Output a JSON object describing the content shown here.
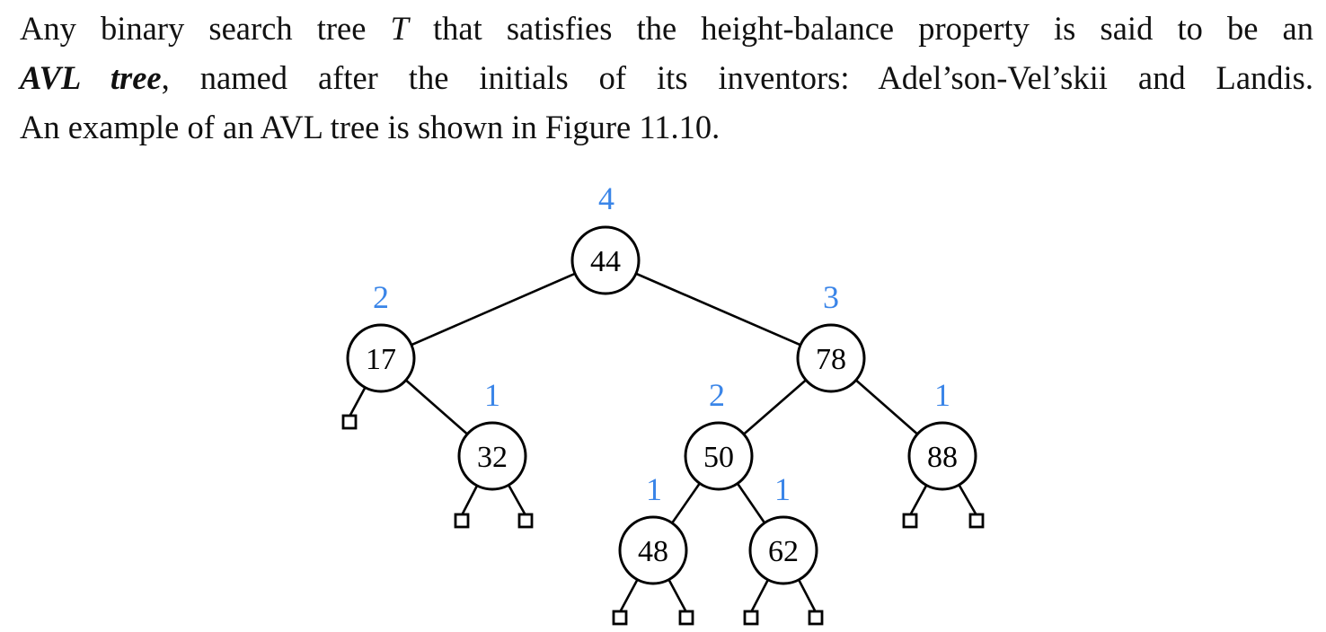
{
  "paragraph": {
    "line1_a": "Any binary search tree ",
    "line1_var": "T",
    "line1_b": " that satisfies the height-balance property is said to be an",
    "line2_term": "AVL tree",
    "line2_b": ", named after the initials of its inventors: Adel’son-Vel’skii and Landis.",
    "line3": "An example of an AVL tree is shown in Figure 11.10."
  },
  "tree": {
    "colors": {
      "height": "#3a85e8",
      "node": "#000000"
    },
    "nodes": [
      {
        "id": "n44",
        "key": "44",
        "height": "4"
      },
      {
        "id": "n17",
        "key": "17",
        "height": "2"
      },
      {
        "id": "n78",
        "key": "78",
        "height": "3"
      },
      {
        "id": "n32",
        "key": "32",
        "height": "1"
      },
      {
        "id": "n50",
        "key": "50",
        "height": "2"
      },
      {
        "id": "n88",
        "key": "88",
        "height": "1"
      },
      {
        "id": "n48",
        "key": "48",
        "height": "1"
      },
      {
        "id": "n62",
        "key": "62",
        "height": "1"
      }
    ]
  }
}
